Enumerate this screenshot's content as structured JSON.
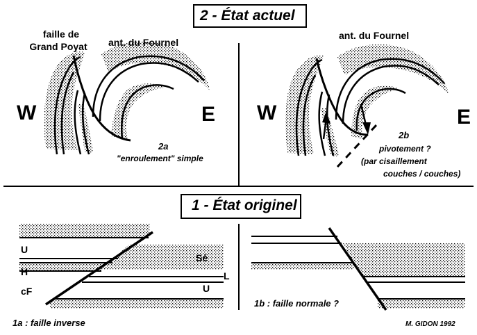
{
  "titles": {
    "top": "2 -  État actuel",
    "bottom": "1 - État originel"
  },
  "panel_2a": {
    "fault_label_line1": "faille de",
    "fault_label_line2": "Grand Poyat",
    "anticline_label": "ant. du Fournel",
    "west": "W",
    "east": "E",
    "caption_id": "2a",
    "caption_text": "\"enroulement\" simple"
  },
  "panel_2b": {
    "anticline_label": "ant. du Fournel",
    "west": "W",
    "east": "E",
    "caption_id": "2b",
    "caption_line1": "pivotement ?",
    "caption_line2": "(par cisaillement",
    "caption_line3": "couches / couches)"
  },
  "panel_1a": {
    "label_U_left": "U",
    "label_H": "H",
    "label_cF": "cF",
    "label_Se": "Sé",
    "label_L": "L",
    "label_U_right": "U",
    "caption": "1a : faille inverse"
  },
  "panel_1b": {
    "caption": "1b : faille normale ?"
  },
  "credit": "M. GIDON  1992",
  "colors": {
    "ink": "#000000",
    "paper": "#ffffff"
  }
}
